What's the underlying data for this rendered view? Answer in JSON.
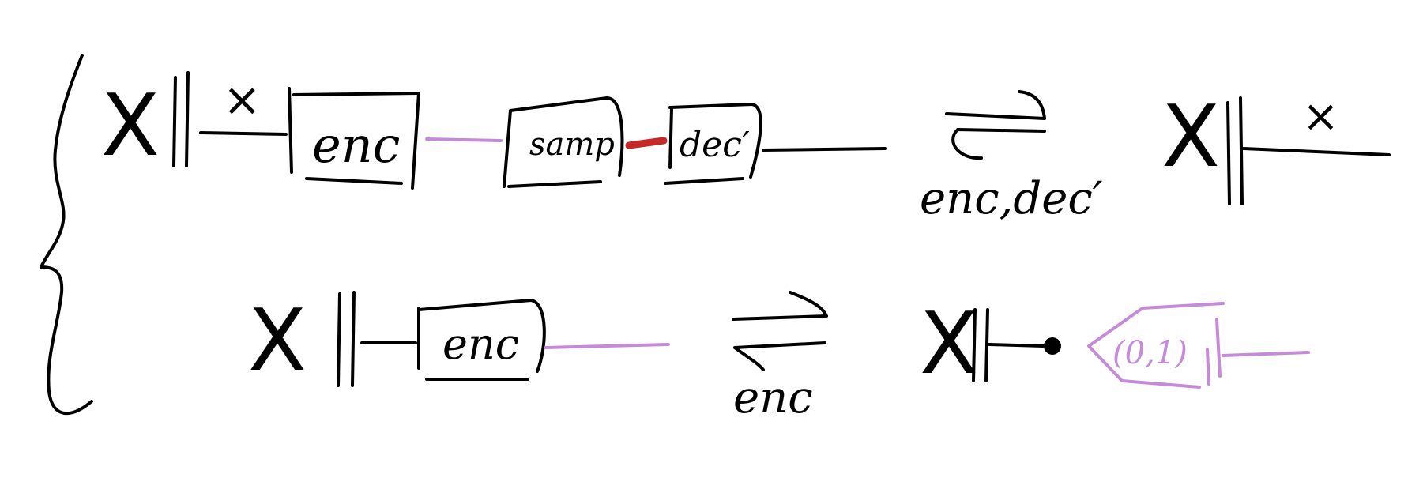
{
  "colors": {
    "ink": "#000000",
    "purple_wire": "#c58ad8",
    "red_wire": "#c62828",
    "background": "#ffffff"
  },
  "row1": {
    "lhs": {
      "X_symbol": "X",
      "wire_label": "×",
      "enc_label": "enc",
      "samp_label": "samp",
      "dec_label": "dec′"
    },
    "equiv_label": "enc,dec′",
    "rhs": {
      "X_symbol": "X",
      "wire_label": "×"
    }
  },
  "row2": {
    "lhs": {
      "X_symbol": "X",
      "enc_label": "enc"
    },
    "equiv_label": "enc",
    "rhs": {
      "X_symbol": "X",
      "state_label": "(0,1)"
    }
  }
}
